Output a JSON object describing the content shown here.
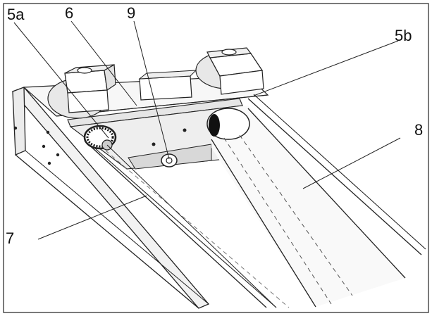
{
  "figure": {
    "callouts": {
      "label_5a": "5a",
      "label_6": "6",
      "label_9": "9",
      "label_5b": "5b",
      "label_8": "8",
      "label_7": "7"
    }
  }
}
